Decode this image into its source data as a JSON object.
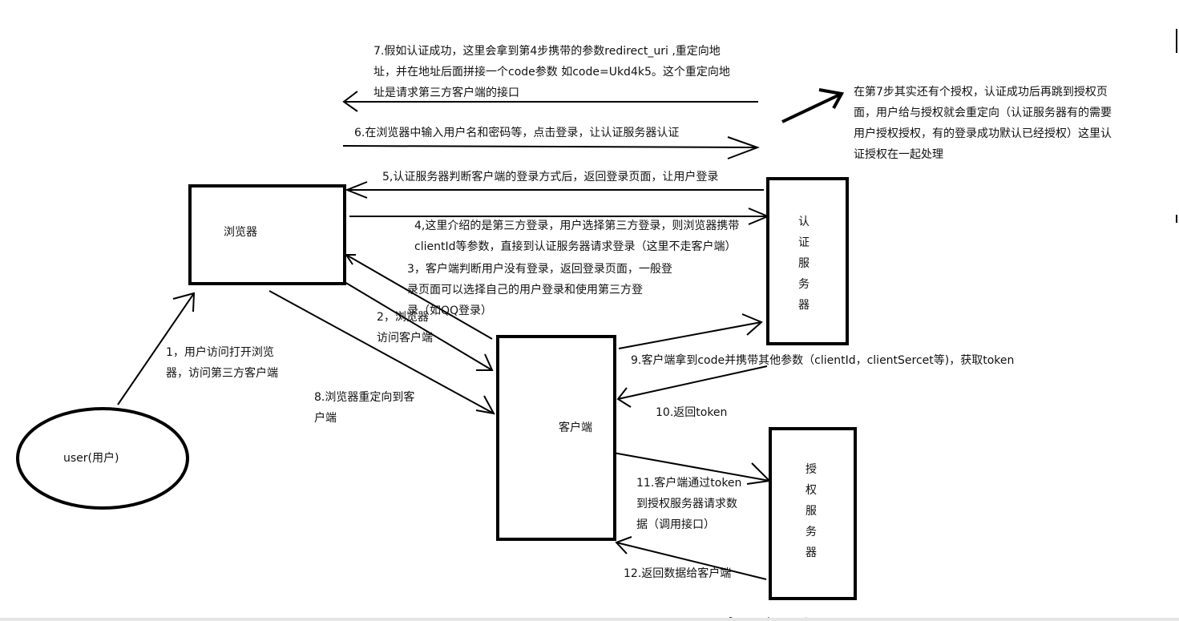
{
  "nodes": {
    "browser": "浏览器",
    "auth_server": "认\n证\n服\n务\n器",
    "resource_server": "授\n权\n服\n务\n器",
    "client": "客户端",
    "user": "user(用户)"
  },
  "steps": {
    "s1": "1，用户访问打开浏览\n器，访问第三方客户端",
    "s2": "2，浏览器\n访问客户端",
    "s3": "3，客户端判断用户没有登录，返回登录页面，一般登\n        录页面可以选择自己的用户登录和使用第三方登\n          录（如QQ登录）",
    "s4": "4,这里介绍的是第三方登录，用户选择第三方登录，则浏览器携带\nclientId等参数，直接到认证服务器请求登录（这里不走客户端）",
    "s5": "5,认证服务器判断客户端的登录方式后，返回登录页面，让用户登录",
    "s6": "6.在浏览器中输入用户名和密码等，点击登录，让认证服务器认证",
    "s7": "7.假如认证成功，这里会拿到第4步携带的参数redirect_uri ,重定向地\n址，并在地址后面拼接一个code参数  如code=Ukd4k5。这个重定向地\n址是请求第三方客户端的接口",
    "s8": "8.浏览器重定向到客\n户端",
    "s9": "9.客户端拿到code并携带其他参数（clientId，clientSercet等)，获取token",
    "s10": "10.返回token",
    "s11": "11.客户端通过token\n到授权服务器请求数\n据（调用接口）",
    "s12": "12.返回数据给客户端"
  },
  "note": "在第7步其实还有个授权，认证成功后再跳到授权页\n面，用户给与授权就会重定向（认证服务器有的需要\n用户授权授权，有的登录成功默认已经授权）这里认\n证授权在一起处理"
}
